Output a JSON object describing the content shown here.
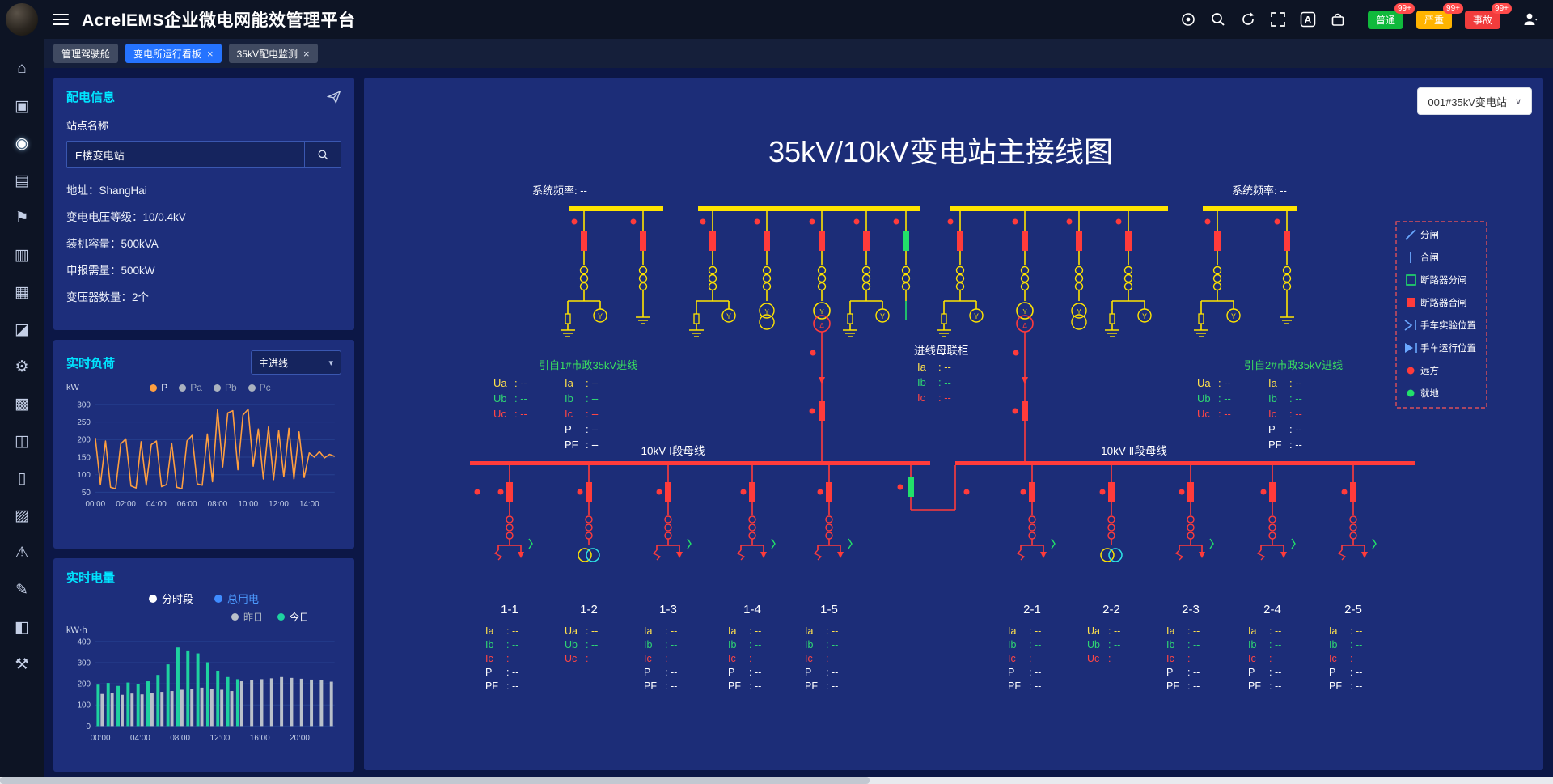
{
  "header": {
    "title": "AcrelEMS企业微电网能效管理平台",
    "icons": [
      "target-icon",
      "search-icon",
      "refresh-icon",
      "fullscreen-icon",
      "translate-icon",
      "gift-icon",
      "user-icon"
    ],
    "badges": [
      {
        "label": "普通",
        "count": "99+",
        "color": "#10b93c"
      },
      {
        "label": "严重",
        "count": "99+",
        "color": "#ffb400"
      },
      {
        "label": "事故",
        "count": "99+",
        "color": "#f23c3c"
      }
    ]
  },
  "tabs": [
    {
      "label": "管理驾驶舱",
      "active": false,
      "closable": false
    },
    {
      "label": "变电所运行看板",
      "active": true,
      "closable": true
    },
    {
      "label": "35kV配电监测",
      "active": false,
      "closable": true
    }
  ],
  "sidebar": {
    "icons": [
      {
        "name": "sidebar-home-icon",
        "glyph": "⌂"
      },
      {
        "name": "sidebar-monitor-icon",
        "glyph": "▣"
      },
      {
        "name": "sidebar-station-monitor-icon",
        "glyph": "◉",
        "active": true
      },
      {
        "name": "sidebar-report-icon",
        "glyph": "▤"
      },
      {
        "name": "sidebar-alarm-icon",
        "glyph": "⚑"
      },
      {
        "name": "sidebar-bar-chart-icon",
        "glyph": "▥"
      },
      {
        "name": "sidebar-energy-icon",
        "glyph": "▦"
      },
      {
        "name": "sidebar-trend-icon",
        "glyph": "◪"
      },
      {
        "name": "sidebar-settings-icon",
        "glyph": "⚙"
      },
      {
        "name": "sidebar-grid-icon",
        "glyph": "▩"
      },
      {
        "name": "sidebar-device-icon",
        "glyph": "◫"
      },
      {
        "name": "sidebar-file-icon",
        "glyph": "▯"
      },
      {
        "name": "sidebar-keyboard-icon",
        "glyph": "▨"
      },
      {
        "name": "sidebar-alert-icon",
        "glyph": "⚠"
      },
      {
        "name": "sidebar-edit-icon",
        "glyph": "✎"
      },
      {
        "name": "sidebar-ledger-icon",
        "glyph": "◧"
      },
      {
        "name": "sidebar-tools-icon",
        "glyph": "⚒"
      }
    ]
  },
  "info_panel": {
    "title": "配电信息",
    "site_label": "站点名称",
    "site_value": "E楼变电站",
    "fields": [
      {
        "label": "地址：",
        "value": "ShangHai"
      },
      {
        "label": "变电电压等级：",
        "value": "10/0.4kV"
      },
      {
        "label": "装机容量：",
        "value": "500kVA"
      },
      {
        "label": "申报需量：",
        "value": "500kW"
      },
      {
        "label": "变压器数量：",
        "value": "2个"
      }
    ]
  },
  "load_panel": {
    "title": "实时负荷",
    "selector": "主进线",
    "unit": "kW",
    "legend": [
      {
        "label": "P",
        "color": "#ff9f40",
        "active": true
      },
      {
        "label": "Pa",
        "color": "#aab2bf",
        "active": false
      },
      {
        "label": "Pb",
        "color": "#aab2bf",
        "active": false
      },
      {
        "label": "Pc",
        "color": "#aab2bf",
        "active": false
      }
    ],
    "chart_data": {
      "type": "line",
      "x_ticks": [
        "00:00",
        "02:00",
        "04:00",
        "06:00",
        "08:00",
        "10:00",
        "12:00",
        "14:00"
      ],
      "ylim": [
        50,
        300
      ],
      "y_ticks": [
        50,
        100,
        150,
        200,
        250,
        300
      ],
      "series": [
        {
          "name": "P",
          "color": "#ff9f40",
          "values": [
            205,
            72,
            196,
            64,
            60,
            188,
            202,
            68,
            62,
            194,
            70,
            186,
            196,
            66,
            72,
            190,
            64,
            60,
            196,
            212,
            74,
            70,
            216,
            80,
            286,
            122,
            276,
            282,
            114,
            270,
            286,
            124,
            230,
            88,
            236,
            86,
            226,
            94,
            232,
            88,
            222,
            92,
            162,
            150,
            166,
            148,
            158,
            152
          ]
        }
      ]
    }
  },
  "energy_panel": {
    "title": "实时电量",
    "modes": [
      {
        "label": "分时段",
        "selected": false
      },
      {
        "label": "总用电",
        "selected": true
      }
    ],
    "series_toggle": [
      {
        "label": "昨日",
        "color": "#b9c0ca"
      },
      {
        "label": "今日",
        "color": "#1ed2a0"
      }
    ],
    "unit": "kW·h",
    "chart_data": {
      "type": "bar",
      "x_ticks": [
        "00:00",
        "04:00",
        "08:00",
        "12:00",
        "16:00",
        "20:00"
      ],
      "ylim": [
        0,
        400
      ],
      "y_ticks": [
        0,
        100,
        200,
        300,
        400
      ],
      "series": [
        {
          "name": "昨日",
          "color": "#b9c0ca",
          "values": [
            152,
            156,
            148,
            154,
            150,
            156,
            162,
            166,
            172,
            176,
            182,
            176,
            172,
            166,
            212,
            216,
            222,
            226,
            232,
            228,
            224,
            220,
            216,
            210
          ]
        },
        {
          "name": "今日",
          "color": "#1ed2a0",
          "values": [
            196,
            204,
            190,
            206,
            200,
            212,
            242,
            292,
            372,
            358,
            344,
            302,
            262,
            232,
            222,
            null,
            null,
            null,
            null,
            null,
            null,
            null,
            null,
            null
          ]
        }
      ]
    }
  },
  "diagram": {
    "title": "35kV/10kV变电站主接线图",
    "station_selector": "001#35kV变电站",
    "freq_label": "系统频率: --",
    "incoming_1": "引自1#市政35kV进线",
    "incoming_2": "引自2#市政35kV进线",
    "tie_title": "进线母联柜",
    "bus_1_label": "10kV Ⅰ段母线",
    "bus_2_label": "10kV Ⅱ段母线",
    "phase_colors": {
      "a": "#ffe14d",
      "b": "#2fd573",
      "c": "#ff4545",
      "w": "#ffffff"
    },
    "left_block": {
      "u": [
        [
          "Ua",
          "--"
        ],
        [
          "Ub",
          "--"
        ],
        [
          "Uc",
          "--"
        ]
      ],
      "i": [
        [
          "Ia",
          "--"
        ],
        [
          "Ib",
          "--"
        ],
        [
          "Ic",
          "--"
        ],
        [
          "P",
          "--"
        ],
        [
          "PF",
          "--"
        ]
      ]
    },
    "right_block": {
      "u": [
        [
          "Ua",
          "--"
        ],
        [
          "Ub",
          "--"
        ],
        [
          "Uc",
          "--"
        ]
      ],
      "i": [
        [
          "Ia",
          "--"
        ],
        [
          "Ib",
          "--"
        ],
        [
          "Ic",
          "--"
        ],
        [
          "P",
          "--"
        ],
        [
          "PF",
          "--"
        ]
      ]
    },
    "tie_rows": [
      [
        "Ia",
        "--"
      ],
      [
        "Ib",
        "--"
      ],
      [
        "Ic",
        "--"
      ]
    ],
    "feeders": [
      {
        "id": "1-1",
        "rows": [
          [
            "Ia",
            "--"
          ],
          [
            "Ib",
            "--"
          ],
          [
            "Ic",
            "--"
          ],
          [
            "P",
            "--"
          ],
          [
            "PF",
            "--"
          ]
        ]
      },
      {
        "id": "1-2",
        "rows": [
          [
            "Ua",
            "--"
          ],
          [
            "Ub",
            "--"
          ],
          [
            "Uc",
            "--"
          ]
        ]
      },
      {
        "id": "1-3",
        "rows": [
          [
            "Ia",
            "--"
          ],
          [
            "Ib",
            "--"
          ],
          [
            "Ic",
            "--"
          ],
          [
            "P",
            "--"
          ],
          [
            "PF",
            "--"
          ]
        ]
      },
      {
        "id": "1-4",
        "rows": [
          [
            "Ia",
            "--"
          ],
          [
            "Ib",
            "--"
          ],
          [
            "Ic",
            "--"
          ],
          [
            "P",
            "--"
          ],
          [
            "PF",
            "--"
          ]
        ]
      },
      {
        "id": "1-5",
        "rows": [
          [
            "Ia",
            "--"
          ],
          [
            "Ib",
            "--"
          ],
          [
            "Ic",
            "--"
          ],
          [
            "P",
            "--"
          ],
          [
            "PF",
            "--"
          ]
        ]
      },
      {
        "id": "2-1",
        "rows": [
          [
            "Ia",
            "--"
          ],
          [
            "Ib",
            "--"
          ],
          [
            "Ic",
            "--"
          ],
          [
            "P",
            "--"
          ],
          [
            "PF",
            "--"
          ]
        ]
      },
      {
        "id": "2-2",
        "rows": [
          [
            "Ua",
            "--"
          ],
          [
            "Ub",
            "--"
          ],
          [
            "Uc",
            "--"
          ]
        ]
      },
      {
        "id": "2-3",
        "rows": [
          [
            "Ia",
            "--"
          ],
          [
            "Ib",
            "--"
          ],
          [
            "Ic",
            "--"
          ],
          [
            "P",
            "--"
          ],
          [
            "PF",
            "--"
          ]
        ]
      },
      {
        "id": "2-4",
        "rows": [
          [
            "Ia",
            "--"
          ],
          [
            "Ib",
            "--"
          ],
          [
            "Ic",
            "--"
          ],
          [
            "P",
            "--"
          ],
          [
            "PF",
            "--"
          ]
        ]
      },
      {
        "id": "2-5",
        "rows": [
          [
            "Ia",
            "--"
          ],
          [
            "Ib",
            "--"
          ],
          [
            "Ic",
            "--"
          ],
          [
            "P",
            "--"
          ],
          [
            "PF",
            "--"
          ]
        ]
      }
    ],
    "legend": [
      {
        "label": "分闸",
        "symbol": "switch-open"
      },
      {
        "label": "合闸",
        "symbol": "switch-closed"
      },
      {
        "label": "断路器分闸",
        "symbol": "breaker-open"
      },
      {
        "label": "断路器合闸",
        "symbol": "breaker-closed"
      },
      {
        "label": "手车实验位置",
        "symbol": "cart-test"
      },
      {
        "label": "手车运行位置",
        "symbol": "cart-run"
      },
      {
        "label": "远方",
        "symbol": "remote"
      },
      {
        "label": "就地",
        "symbol": "local"
      }
    ]
  }
}
